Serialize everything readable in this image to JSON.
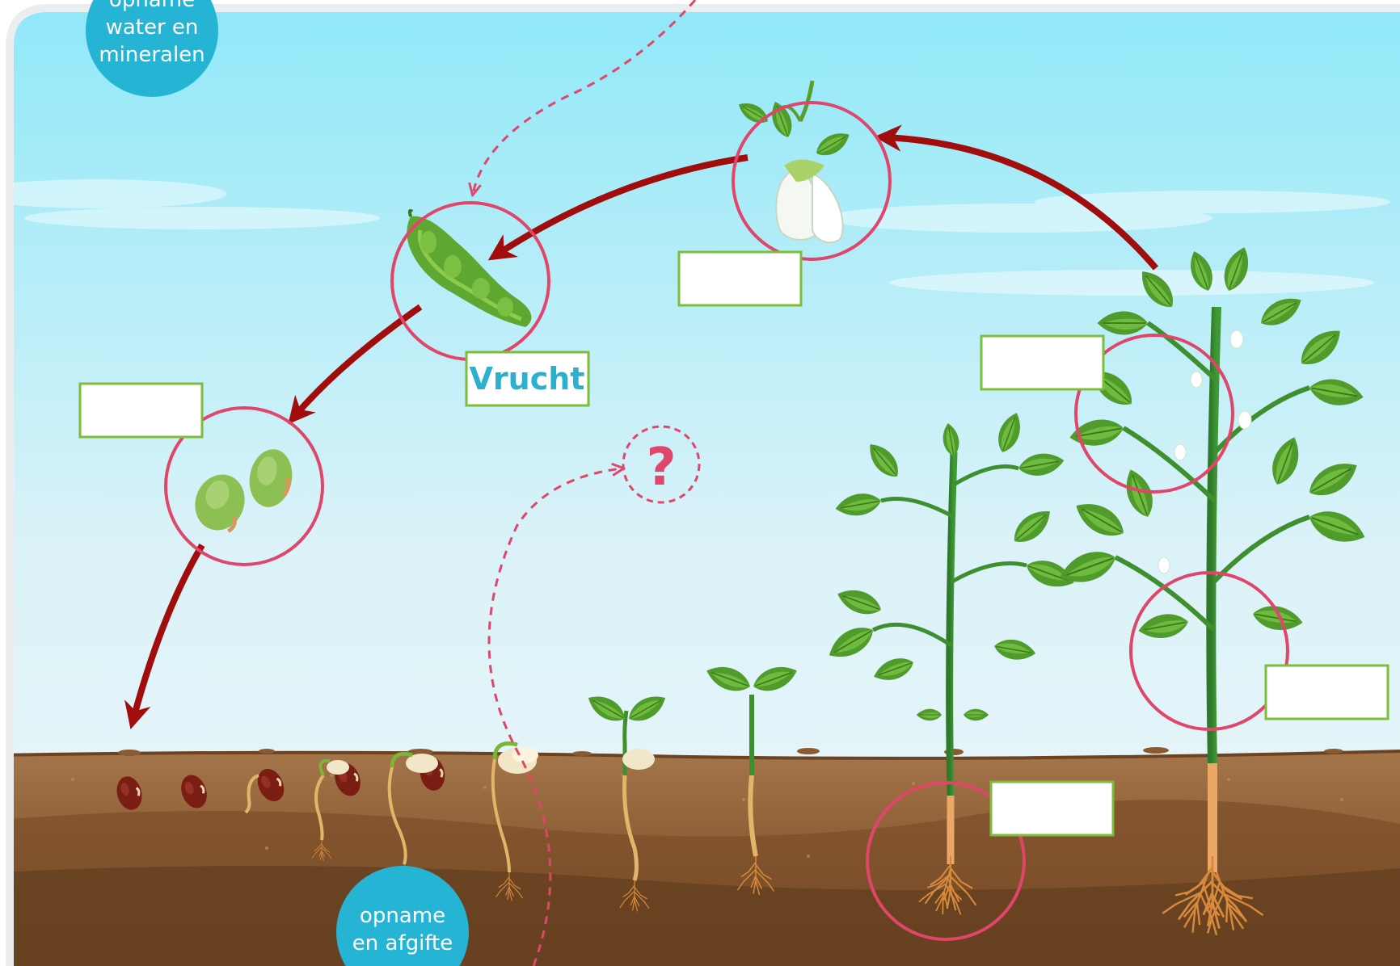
{
  "badges": {
    "top_left": [
      "opname",
      "water en",
      "mineralen"
    ],
    "bottom": [
      "opname",
      "en afgifte"
    ]
  },
  "labels": {
    "fruit": "Vrucht",
    "seeds": "",
    "flower": "",
    "leaf": "",
    "stem": "",
    "root": ""
  },
  "question_mark": "?",
  "colors": {
    "sky_top": "#8fe8f8",
    "sky_bottom": "#eef7fa",
    "soil_top": "#9a6b3f",
    "soil_bottom": "#6b4322",
    "arrow": "#a10c0c",
    "circle": "#e0456a",
    "label_border": "#7cbd3a",
    "label_text": "#2bb0cf",
    "badge": "#25b4d4",
    "question": "#e0456a"
  }
}
